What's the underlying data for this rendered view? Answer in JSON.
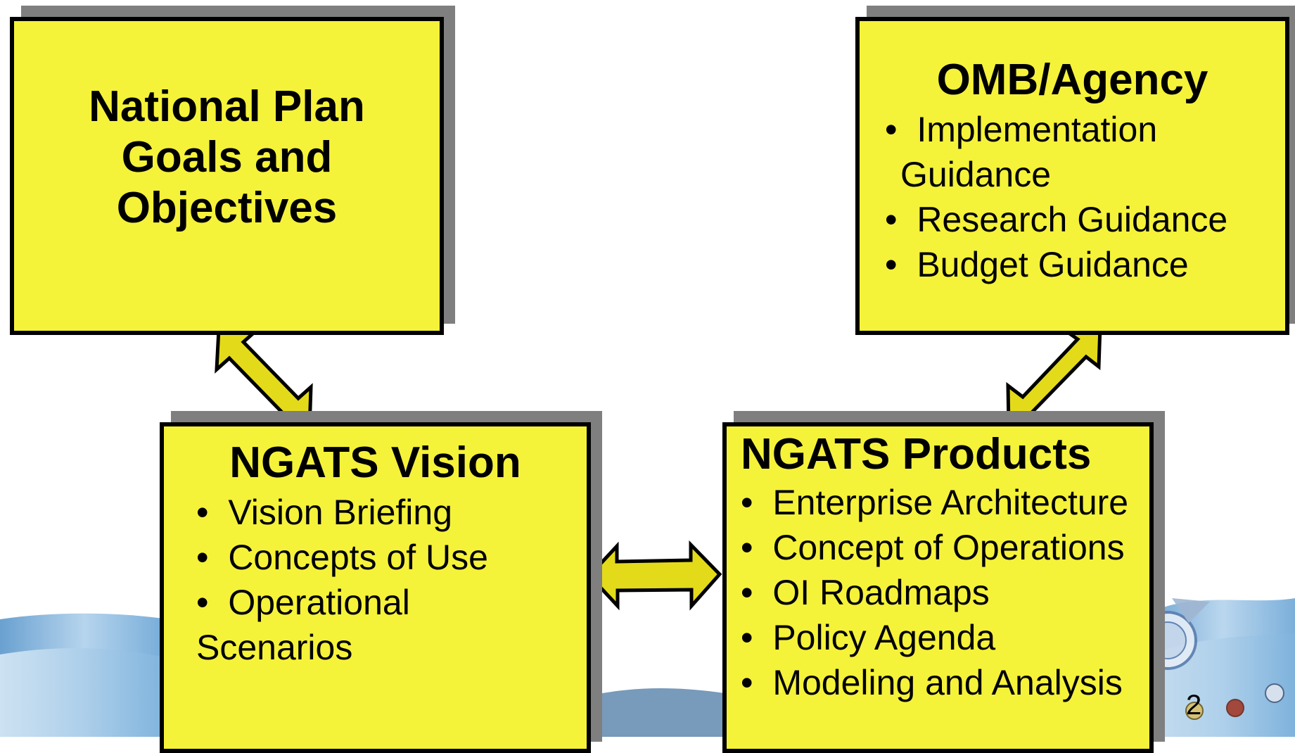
{
  "boxes": {
    "national": {
      "title_lines": [
        "National Plan",
        "Goals and",
        "Objectives"
      ]
    },
    "omb": {
      "title": "OMB/Agency",
      "items": [
        {
          "line1": "Implementation",
          "line2": "Guidance"
        },
        {
          "line1": "Research Guidance"
        },
        {
          "line1": "Budget Guidance"
        }
      ]
    },
    "vision": {
      "title": "NGATS Vision",
      "items": [
        {
          "line1": "Vision Briefing"
        },
        {
          "line1": "Concepts of Use"
        },
        {
          "line1": "Operational",
          "line2": "Scenarios"
        }
      ]
    },
    "products": {
      "title": "NGATS Products",
      "items": [
        {
          "line1": "Enterprise Architecture"
        },
        {
          "line1": "Concept of Operations"
        },
        {
          "line1": "OI Roadmaps"
        },
        {
          "line1": "Policy Agenda"
        },
        {
          "line1": "Modeling and Analysis"
        }
      ]
    }
  },
  "bullet_char": "•",
  "page_number": "2",
  "colors": {
    "box_fill": "#f5f23a",
    "arrow_fill": "#e3db1a",
    "shadow": "#7f7f7f",
    "border": "#000000"
  }
}
